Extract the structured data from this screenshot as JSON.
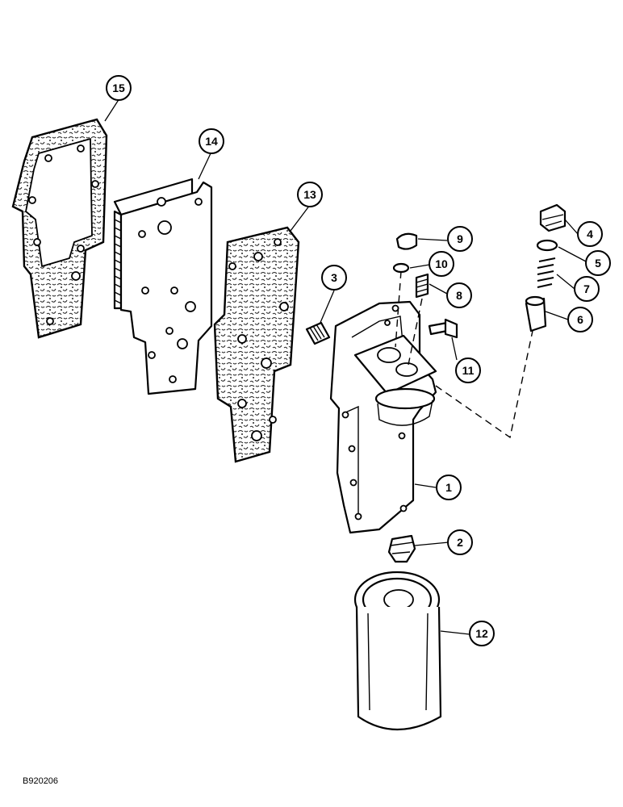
{
  "drawing_id": "B920206",
  "callouts": [
    "1",
    "2",
    "3",
    "4",
    "5",
    "6",
    "7",
    "8",
    "9",
    "10",
    "11",
    "12",
    "13",
    "14",
    "15"
  ],
  "parts": {
    "oil_filter_head": "1",
    "fitting": "2",
    "plug_3": "3",
    "plug_4": "4",
    "o_ring_5": "5",
    "piston_6": "6",
    "spring_7": "7",
    "plug_8": "8",
    "plug_9": "9",
    "o_ring_10": "10",
    "bolt_11": "11",
    "oil_filter": "12",
    "gasket_13": "13",
    "oil_cooler": "14",
    "gasket_15": "15"
  }
}
